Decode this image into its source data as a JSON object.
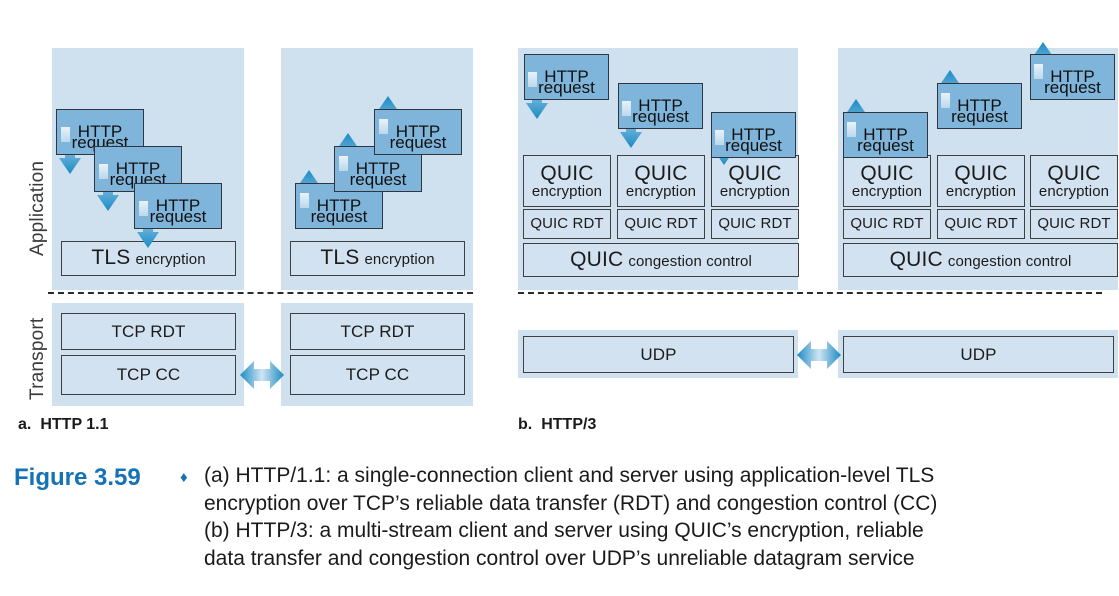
{
  "figure": {
    "label": "Figure 3.59",
    "bullet": "♦",
    "caption_lines": [
      "(a) HTTP/1.1: a single-connection client and server using application-level TLS",
      "encryption over TCP’s reliable data transfer (RDT) and congestion control (CC)",
      "(b) HTTP/3: a multi-stream client and server using QUIC’s encryption, reliable",
      "data transfer and congestion control over UDP’s unreliable datagram service"
    ]
  },
  "layers": {
    "application": "Application",
    "transport": "Transport"
  },
  "subcaptions": [
    {
      "letter": "a.",
      "title": "HTTP 1.1"
    },
    {
      "letter": "b.",
      "title": "HTTP/3"
    }
  ],
  "labels": {
    "http_line1": "HTTP",
    "http_line2": "request",
    "tls_big": "TLS",
    "tls_small": "encryption",
    "quic_big": "QUIC",
    "quic_enc_small": "encryption",
    "quic_rdt": "QUIC RDT",
    "quic_cc_big": "QUIC",
    "quic_cc_small": "congestion control",
    "tcp_rdt": "TCP RDT",
    "tcp_cc": "TCP CC",
    "udp": "UDP"
  },
  "colors": {
    "panel_bg": "#cfe0ef",
    "box_fill": "#d3e2f0",
    "http_fill": "#7fb5da",
    "box_stroke": "#3f3f3f",
    "arrow_blue": "#1b8bc4",
    "figure_blue": "#1473b4",
    "text": "#1a1a1a"
  },
  "panels": [
    {
      "id": "http11-client",
      "role": "client",
      "protocol": "HTTP 1.1",
      "direction": "down"
    },
    {
      "id": "http11-server",
      "role": "server",
      "protocol": "HTTP 1.1",
      "direction": "up"
    },
    {
      "id": "http3-client",
      "role": "client",
      "protocol": "HTTP/3",
      "direction": "down"
    },
    {
      "id": "http3-server",
      "role": "server",
      "protocol": "HTTP/3",
      "direction": "up"
    }
  ],
  "streams": {
    "http11_requests_per_panel": 3,
    "http3_streams_per_panel": 3
  },
  "connectors": [
    {
      "between": "http11-client ↔ http11-server",
      "glyph": "↔"
    },
    {
      "between": "http3-client ↔ http3-server",
      "glyph": "↔"
    }
  ]
}
